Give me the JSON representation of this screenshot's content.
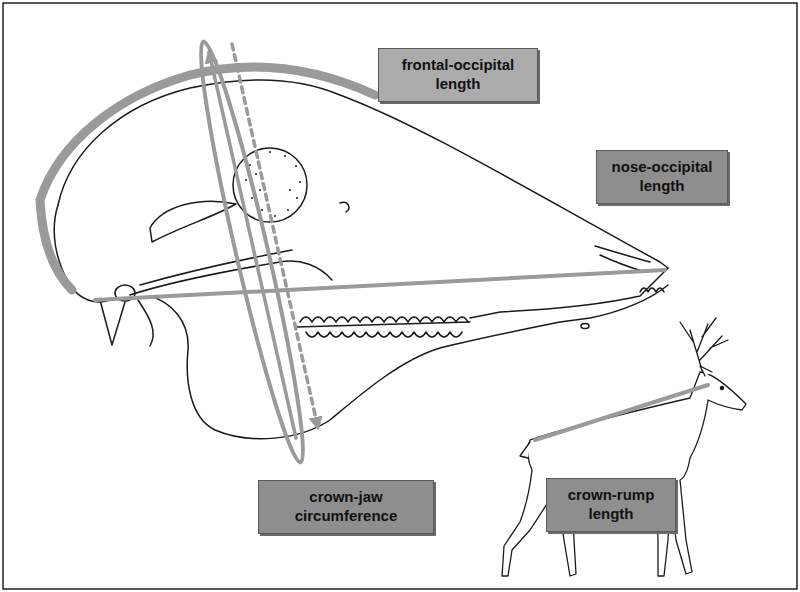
{
  "diagram": {
    "nodes": [
      {
        "text": [
          "frontal-occipital length"
        ]
      },
      {
        "text": [
          "nose-occipital length"
        ]
      },
      {
        "text": [
          "crown-jaw circumference"
        ]
      },
      {
        "text": [
          "crown-rump length"
        ]
      }
    ]
  }
}
